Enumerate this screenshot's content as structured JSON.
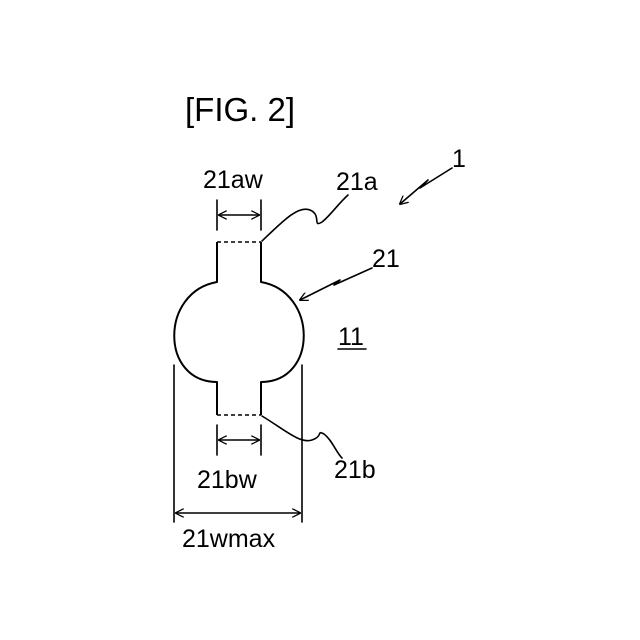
{
  "figure": {
    "title": "[FIG. 2]",
    "labels": {
      "assembly": "1",
      "hole": "21",
      "upper_neck": "21a",
      "lower_neck": "21b",
      "upper_neck_width": "21aw",
      "lower_neck_width": "21bw",
      "max_width": "21wmax",
      "plate": "11"
    }
  },
  "colors": {
    "ink": "#000000",
    "background": "#ffffff"
  }
}
